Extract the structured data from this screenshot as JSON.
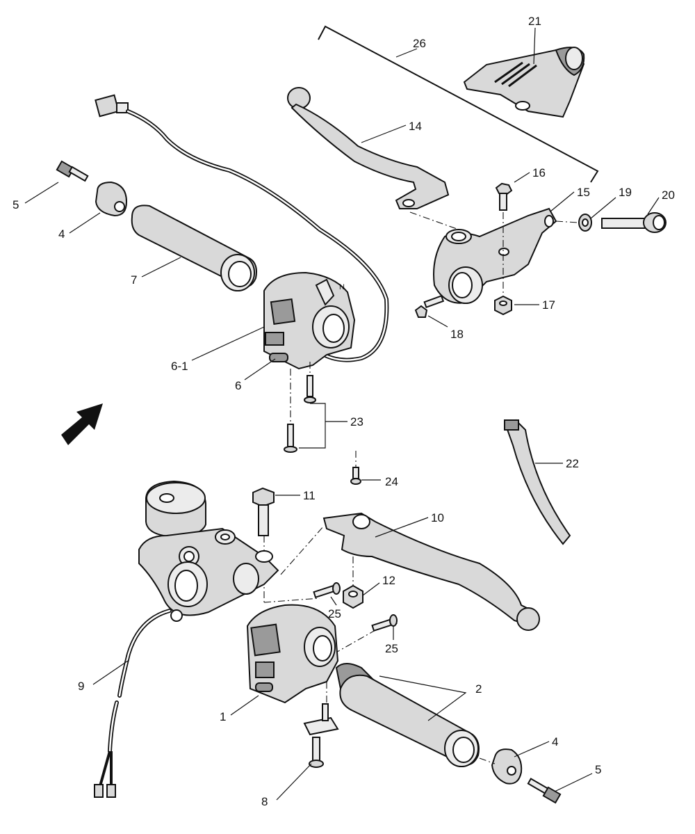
{
  "labels": {
    "p1": "1",
    "p2": "2",
    "p4a": "4",
    "p4b": "4",
    "p5a": "5",
    "p5b": "5",
    "p6": "6",
    "p6_1": "6-1",
    "p7": "7",
    "p8": "8",
    "p9": "9",
    "p10": "10",
    "p11": "11",
    "p12": "12",
    "p14": "14",
    "p15": "15",
    "p16": "16",
    "p17": "17",
    "p18": "18",
    "p19": "19",
    "p20": "20",
    "p21": "21",
    "p22": "22",
    "p23": "23",
    "p24": "24",
    "p25a": "25",
    "p25b": "25",
    "p26": "26"
  }
}
